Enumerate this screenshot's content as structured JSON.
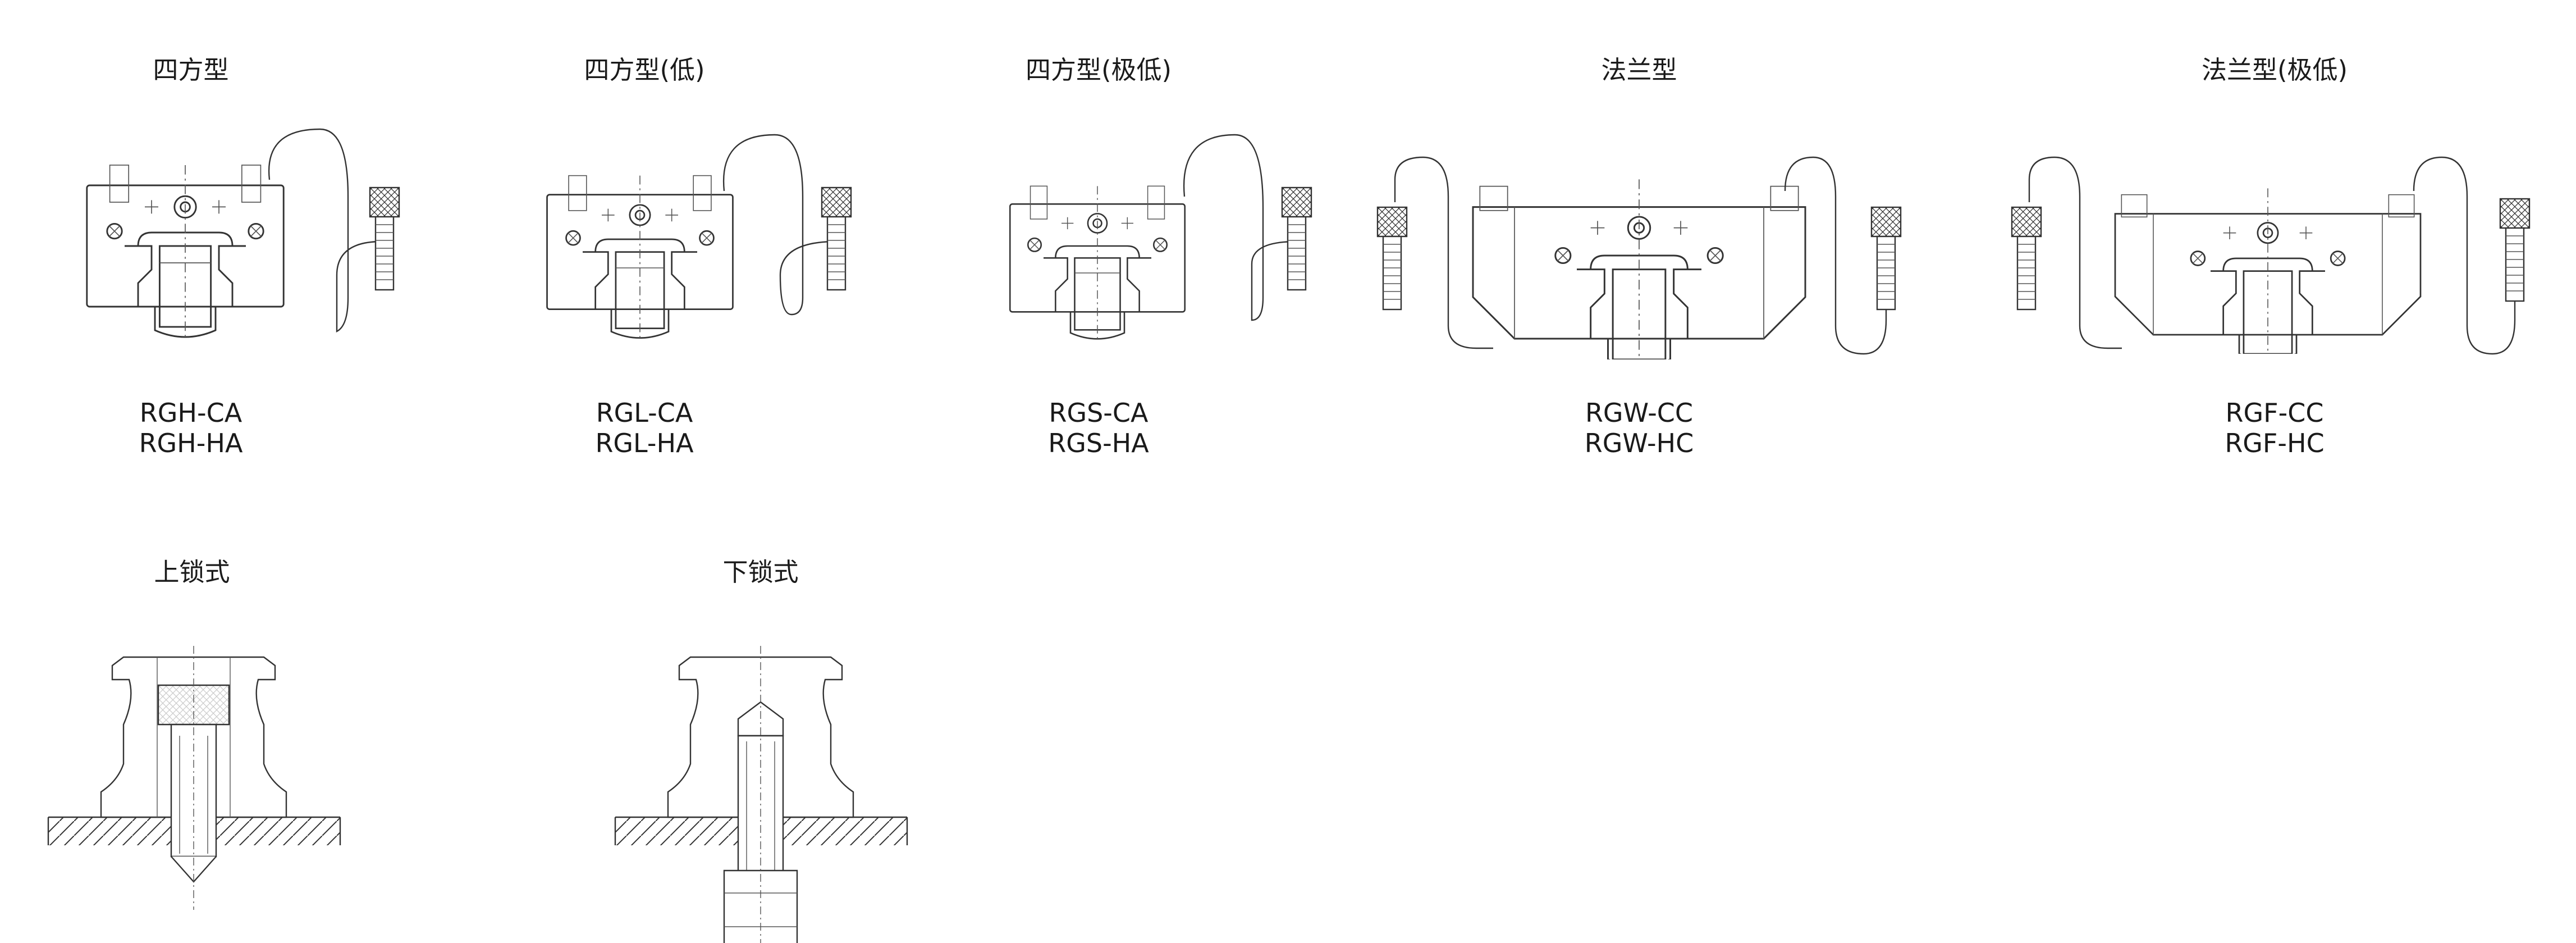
{
  "top_row": [
    {
      "title": "四方型",
      "models": [
        "RGH-CA",
        "RGH-HA"
      ]
    },
    {
      "title": "四方型(低)",
      "models": [
        "RGL-CA",
        "RGL-HA"
      ]
    },
    {
      "title": "四方型(极低)",
      "models": [
        "RGS-CA",
        "RGS-HA"
      ]
    },
    {
      "title": "法兰型",
      "models": [
        "RGW-CC",
        "RGW-HC"
      ]
    },
    {
      "title": "法兰型(极低)",
      "models": [
        "RGF-CC",
        "RGF-HC"
      ]
    }
  ],
  "bottom_row": [
    {
      "title": "上锁式"
    },
    {
      "title": "下锁式"
    }
  ]
}
